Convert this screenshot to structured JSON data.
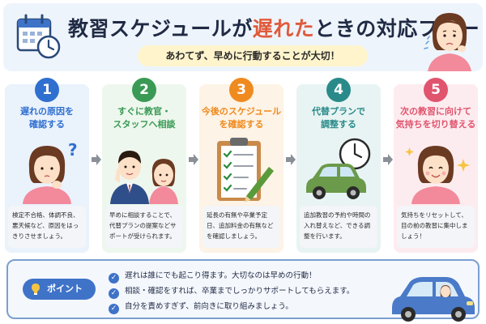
{
  "header": {
    "title_pre": "教習スケジュールが",
    "title_highlight": "遅れた",
    "title_post": "ときの対応フロー",
    "subtitle": "あわてず、早めに行動することが大切！"
  },
  "steps": [
    {
      "number": "1",
      "title": "遅れの原因を\n確認する",
      "description": "検定不合格、体調不良、悪天候など、原因をはっきりさせましょう。",
      "color": "#2f6fd0",
      "bg": "#eaf2fc"
    },
    {
      "number": "2",
      "title": "すぐに教官・\nスタッフへ相談",
      "description": "早めに相談することで、代替プランの提案などサポートが受けられます。",
      "color": "#3a9a55",
      "bg": "#eef7ee"
    },
    {
      "number": "3",
      "title": "今後のスケジュール\nを確認する",
      "description": "延長の有無や卒業予定日、追加料金の有無などを確認しましょう。",
      "color": "#ef8a1f",
      "bg": "#fdf3e6"
    },
    {
      "number": "4",
      "title": "代替プランで\n調整する",
      "description": "追加教習の予約や時間の入れ替えなど、できる調整を行います。",
      "color": "#2a8a8a",
      "bg": "#e8f4f3"
    },
    {
      "number": "5",
      "title": "次の教習に向けて\n気持ちを切り替える",
      "description": "気持ちをリセットして、目の前の教習に集中しましょう！",
      "color": "#e0546e",
      "bg": "#fdecef"
    }
  ],
  "point": {
    "label": "ポイント",
    "items": [
      "遅れは誰にでも起こり得ます。大切なのは早めの行動！",
      "相談・確認をすれば、卒業までしっかりサポートしてもらえます。",
      "自分を責めすぎず、前向きに取り組みましょう。"
    ]
  },
  "colors": {
    "accent_red": "#e05a3a",
    "point_blue": "#3f73c8"
  },
  "icons": [
    "calendar-clock-icon",
    "worried-woman-icon",
    "arrow-right-icon",
    "clipboard-checklist-icon",
    "clock-icon",
    "car-icon",
    "lightbulb-icon",
    "check-circle-icon"
  ]
}
